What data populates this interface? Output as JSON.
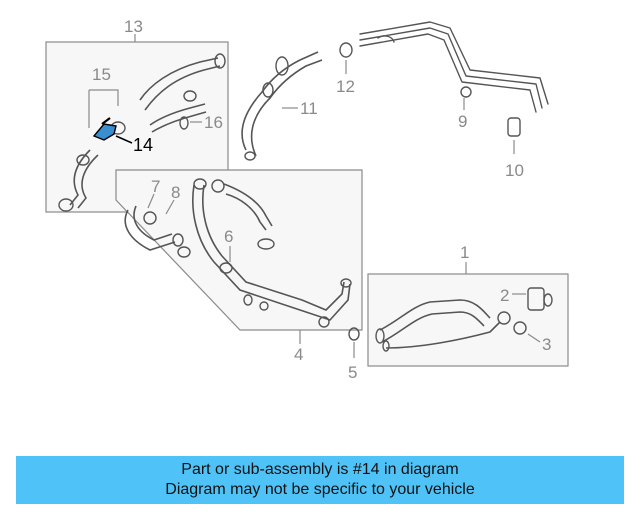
{
  "callouts": {
    "c1": "1",
    "c2": "2",
    "c3": "3",
    "c4": "4",
    "c5": "5",
    "c6": "6",
    "c7": "7",
    "c8": "8",
    "c9": "9",
    "c10": "10",
    "c11": "11",
    "c12": "12",
    "c13": "13",
    "c14": "14",
    "c15": "15",
    "c16": "16"
  },
  "highlight_color": "#4fc3f7",
  "banner": {
    "line1": "Part or sub-assembly is #14 in diagram",
    "line2": "Diagram may not be specific to your vehicle"
  }
}
